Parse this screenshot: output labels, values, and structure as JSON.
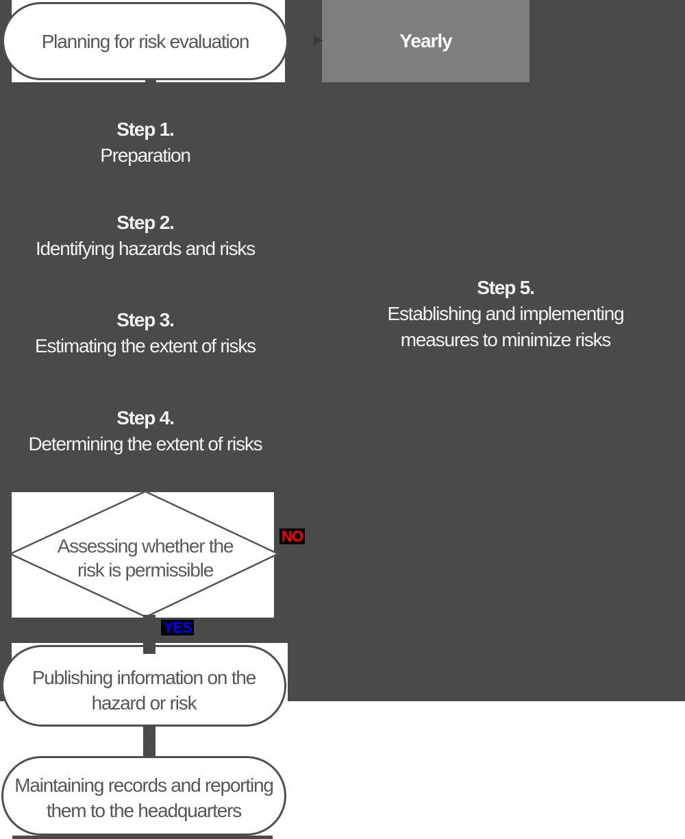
{
  "palette": {
    "background_dark": "#4a4a4a",
    "badge_gray": "#7e7e7e",
    "node_fill": "#ffffff",
    "node_outline": "#4f4f4f",
    "node_text": "#565656",
    "step_text": "#f2f2f2",
    "no_color": "#ff0000",
    "yes_color": "#0000ff",
    "label_background": "#000000"
  },
  "flowchart": {
    "start": {
      "label": "Planning for risk evaluation"
    },
    "frequency": {
      "label": "Yearly"
    },
    "steps": [
      {
        "title": "Step 1.",
        "lines": [
          "Preparation"
        ]
      },
      {
        "title": "Step 2.",
        "lines": [
          "Identifying hazards and risks"
        ]
      },
      {
        "title": "Step 3.",
        "lines": [
          "Estimating the extent of risks"
        ]
      },
      {
        "title": "Step 4.",
        "lines": [
          "Determining the extent of risks"
        ]
      },
      {
        "title": "Step 5.",
        "lines": [
          "Establishing and implementing",
          "measures to minimize risks"
        ]
      }
    ],
    "decision": {
      "lines": [
        "Assessing whether the",
        "risk is permissible"
      ],
      "no_label": "NO",
      "yes_label": "YES"
    },
    "publish": {
      "lines": [
        "Publishing information on the",
        "hazard or risk"
      ]
    },
    "records": {
      "lines": [
        "Maintaining records and reporting",
        "them to the headquarters"
      ]
    }
  }
}
